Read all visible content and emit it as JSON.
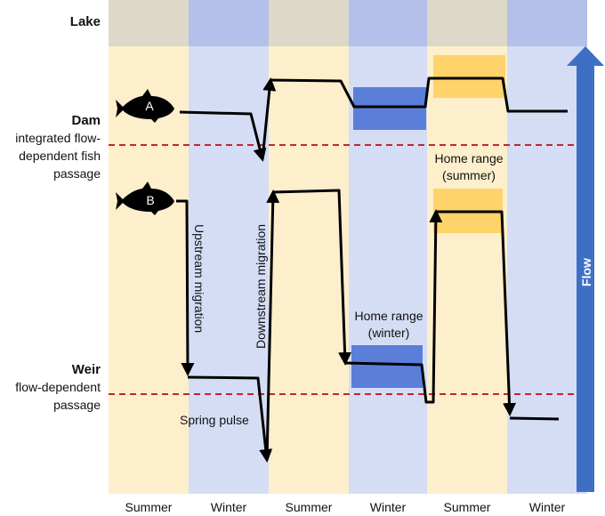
{
  "labels": {
    "lake": "Lake",
    "dam": "Dam",
    "dam_desc_1": "integrated flow-",
    "dam_desc_2": "dependent fish",
    "dam_desc_3": "passage",
    "weir": "Weir",
    "weir_desc_1": "flow-dependent",
    "weir_desc_2": "passage",
    "fish_a": "A",
    "fish_b": "B",
    "upstream": "Upstream migration",
    "downstream": "Downstream migration",
    "spring_pulse": "Spring pulse",
    "home_summer_1": "Home range",
    "home_summer_2": "(summer)",
    "home_winter_1": "Home range",
    "home_winter_2": "(winter)",
    "flow": "Flow"
  },
  "seasons": [
    "Summer",
    "Winter",
    "Summer",
    "Winter",
    "Summer",
    "Winter"
  ],
  "colors": {
    "summer": "#fdefcc",
    "winter": "#d5ddf5",
    "lake_summer": "#ddd8c8",
    "lake_winter": "#b3c0ea",
    "home_winter": "#5b7fd8",
    "home_summer": "#fdd36a",
    "barrier_line": "#c0282d",
    "flow_arrow": "#3f6fc4",
    "track": "#000000"
  }
}
